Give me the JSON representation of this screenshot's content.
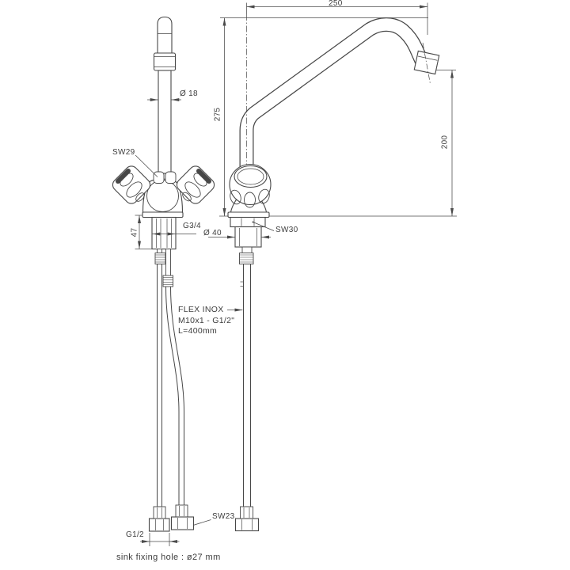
{
  "side_view": {
    "spout_reach_mm": "250",
    "spout_height_mm": "275",
    "outlet_height_mm": "200",
    "body_diameter": "Ø 40",
    "base_nut_size": "SW30"
  },
  "front_view": {
    "handle_nut_size": "SW29",
    "pipe_diameter": "Ø 18",
    "shank_length_mm": "47",
    "shank_thread": "G3/4",
    "hose_end_thread": "G1/2",
    "hose_nut_size": "SW23"
  },
  "hose_note": {
    "line1": "FLEX INOX",
    "line2": "M10x1 - G1/2\"",
    "line3": "L=400mm"
  },
  "footer_note": "sink fixing hole : ø27 mm"
}
